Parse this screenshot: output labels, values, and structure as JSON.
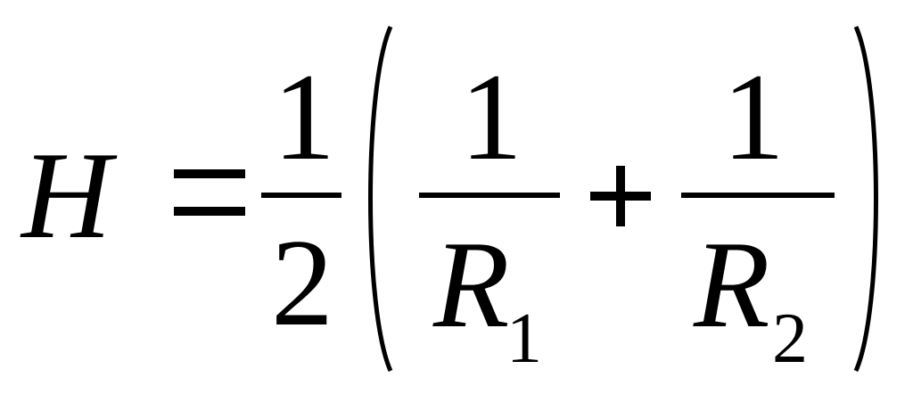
{
  "equation": {
    "lhs": "H",
    "equals": "=",
    "half": {
      "numerator": "1",
      "denominator": "2"
    },
    "term1": {
      "numerator": "1",
      "denominator_symbol": "R",
      "denominator_subscript": "1"
    },
    "plus": "+",
    "term2": {
      "numerator": "1",
      "denominator_symbol": "R",
      "denominator_subscript": "2"
    }
  }
}
